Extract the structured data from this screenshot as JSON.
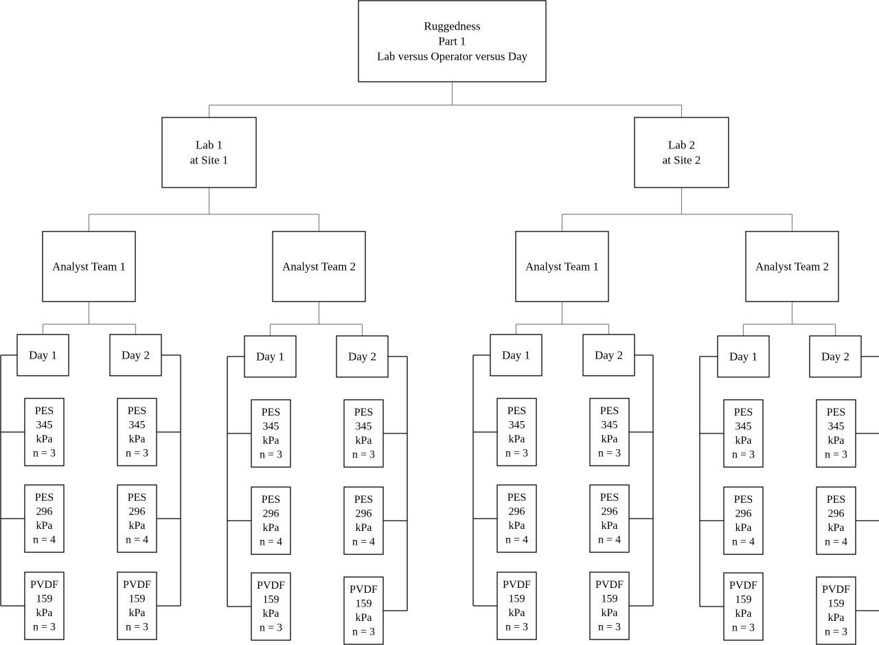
{
  "root": {
    "lines": [
      "Ruggedness",
      "Part 1",
      "Lab versus Operator versus Day"
    ]
  },
  "labs": [
    {
      "label": [
        "Lab 1",
        "at Site 1"
      ],
      "teams": [
        {
          "label": "Analyst Team 1",
          "days": [
            {
              "label": "Day 1",
              "samples": [
                {
                  "lines": [
                    "PES",
                    "345",
                    "kPa",
                    "n = 3"
                  ]
                },
                {
                  "lines": [
                    "PES",
                    "296",
                    "kPa",
                    "n = 4"
                  ]
                },
                {
                  "lines": [
                    "PVDF",
                    "159",
                    "kPa",
                    "n = 3"
                  ]
                }
              ]
            },
            {
              "label": "Day 2",
              "samples": [
                {
                  "lines": [
                    "PES",
                    "345",
                    "kPa",
                    "n = 3"
                  ]
                },
                {
                  "lines": [
                    "PES",
                    "296",
                    "kPa",
                    "n = 4"
                  ]
                },
                {
                  "lines": [
                    "PVDF",
                    "159",
                    "kPa",
                    "n = 3"
                  ]
                }
              ]
            }
          ]
        },
        {
          "label": "Analyst Team 2",
          "days": [
            {
              "label": "Day 1",
              "samples": [
                {
                  "lines": [
                    "PES",
                    "345",
                    "kPa",
                    "n = 3"
                  ]
                },
                {
                  "lines": [
                    "PES",
                    "296",
                    "kPa",
                    "n = 4"
                  ]
                },
                {
                  "lines": [
                    "PVDF",
                    "159",
                    "kPa",
                    "n = 3"
                  ]
                }
              ]
            },
            {
              "label": "Day 2",
              "samples": [
                {
                  "lines": [
                    "PES",
                    "345",
                    "kPa",
                    "n = 3"
                  ]
                },
                {
                  "lines": [
                    "PES",
                    "296",
                    "kPa",
                    "n = 4"
                  ]
                },
                {
                  "lines": [
                    "PVDF",
                    "159",
                    "kPa",
                    "n = 3"
                  ]
                }
              ]
            }
          ]
        }
      ]
    },
    {
      "label": [
        "Lab 2",
        "at Site 2"
      ],
      "teams": [
        {
          "label": "Analyst Team 1",
          "days": [
            {
              "label": "Day 1",
              "samples": [
                {
                  "lines": [
                    "PES",
                    "345",
                    "kPa",
                    "n = 3"
                  ]
                },
                {
                  "lines": [
                    "PES",
                    "296",
                    "kPa",
                    "n = 4"
                  ]
                },
                {
                  "lines": [
                    "PVDF",
                    "159",
                    "kPa",
                    "n = 3"
                  ]
                }
              ]
            },
            {
              "label": "Day 2",
              "samples": [
                {
                  "lines": [
                    "PES",
                    "345",
                    "kPa",
                    "n = 3"
                  ]
                },
                {
                  "lines": [
                    "PES",
                    "296",
                    "kPa",
                    "n = 4"
                  ]
                },
                {
                  "lines": [
                    "PVDF",
                    "159",
                    "kPa",
                    "n = 3"
                  ]
                }
              ]
            }
          ]
        },
        {
          "label": "Analyst Team 2",
          "days": [
            {
              "label": "Day 1",
              "samples": [
                {
                  "lines": [
                    "PES",
                    "345",
                    "kPa",
                    "n = 3"
                  ]
                },
                {
                  "lines": [
                    "PES",
                    "296",
                    "kPa",
                    "n = 4"
                  ]
                },
                {
                  "lines": [
                    "PVDF",
                    "159",
                    "kPa",
                    "n = 3"
                  ]
                }
              ]
            },
            {
              "label": "Day 2",
              "samples": [
                {
                  "lines": [
                    "PES",
                    "345",
                    "kPa",
                    "n = 3"
                  ]
                },
                {
                  "lines": [
                    "PES",
                    "296",
                    "kPa",
                    "n = 4"
                  ]
                },
                {
                  "lines": [
                    "PVDF",
                    "159",
                    "kPa",
                    "n = 3"
                  ]
                }
              ]
            }
          ]
        }
      ]
    }
  ]
}
